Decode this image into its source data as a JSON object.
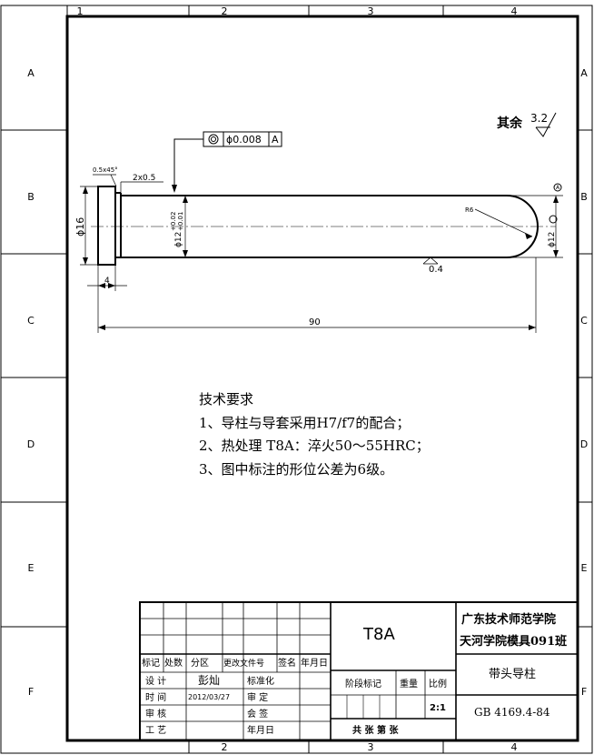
{
  "frame": {
    "columns": [
      "1",
      "2",
      "3",
      "4"
    ],
    "rows": [
      "A",
      "B",
      "C",
      "D",
      "E",
      "F"
    ]
  },
  "surface_finish": {
    "prefix": "其余",
    "value": "3.2"
  },
  "drawing": {
    "tolerance_frame": {
      "symbol": "◎",
      "value": "ϕ0.008",
      "datum": "A"
    },
    "chamfer": "0.5x45°",
    "groove": "2x0.5",
    "dia_head": "ϕ16",
    "dia_shaft": "ϕ12",
    "shaft_tol_upper": "+0.02",
    "shaft_tol_lower": "+0.01",
    "dia_right": "ϕ12",
    "radius": "R6",
    "roughness_shaft": "0.4",
    "dim_head_len": "4",
    "dim_total_len": "90",
    "datum_label": "A"
  },
  "tech_requirements": {
    "title": "技术要求",
    "items": [
      "1、导柱与导套采用H7/f7的配合；",
      "2、热处理 T8A：淬火50～55HRC；",
      "3、图中标注的形位公差为6级。"
    ]
  },
  "title_block": {
    "material": "T8A",
    "school_line1": "广东技术师范学院",
    "school_line2": "天河学院模具091班",
    "part_name": "带头导柱",
    "standard": "GB 4169.4-84",
    "revision_headers": [
      "标记",
      "处数",
      "分区",
      "更改文件号",
      "签名",
      "年月日"
    ],
    "designer_label": "设 计",
    "designer": "彭灿",
    "standardization_label": "标准化",
    "time_label": "时 间",
    "date": "2012/03/27",
    "review_label": "审 定",
    "check_label": "审 核",
    "countersign_label": "会 签",
    "process_label": "工 艺",
    "date_label": "年月日",
    "stage_label": "阶段标记",
    "weight_label": "重量",
    "scale_label": "比例",
    "scale": "2:1",
    "sheets_label": "共  张  第  张"
  }
}
